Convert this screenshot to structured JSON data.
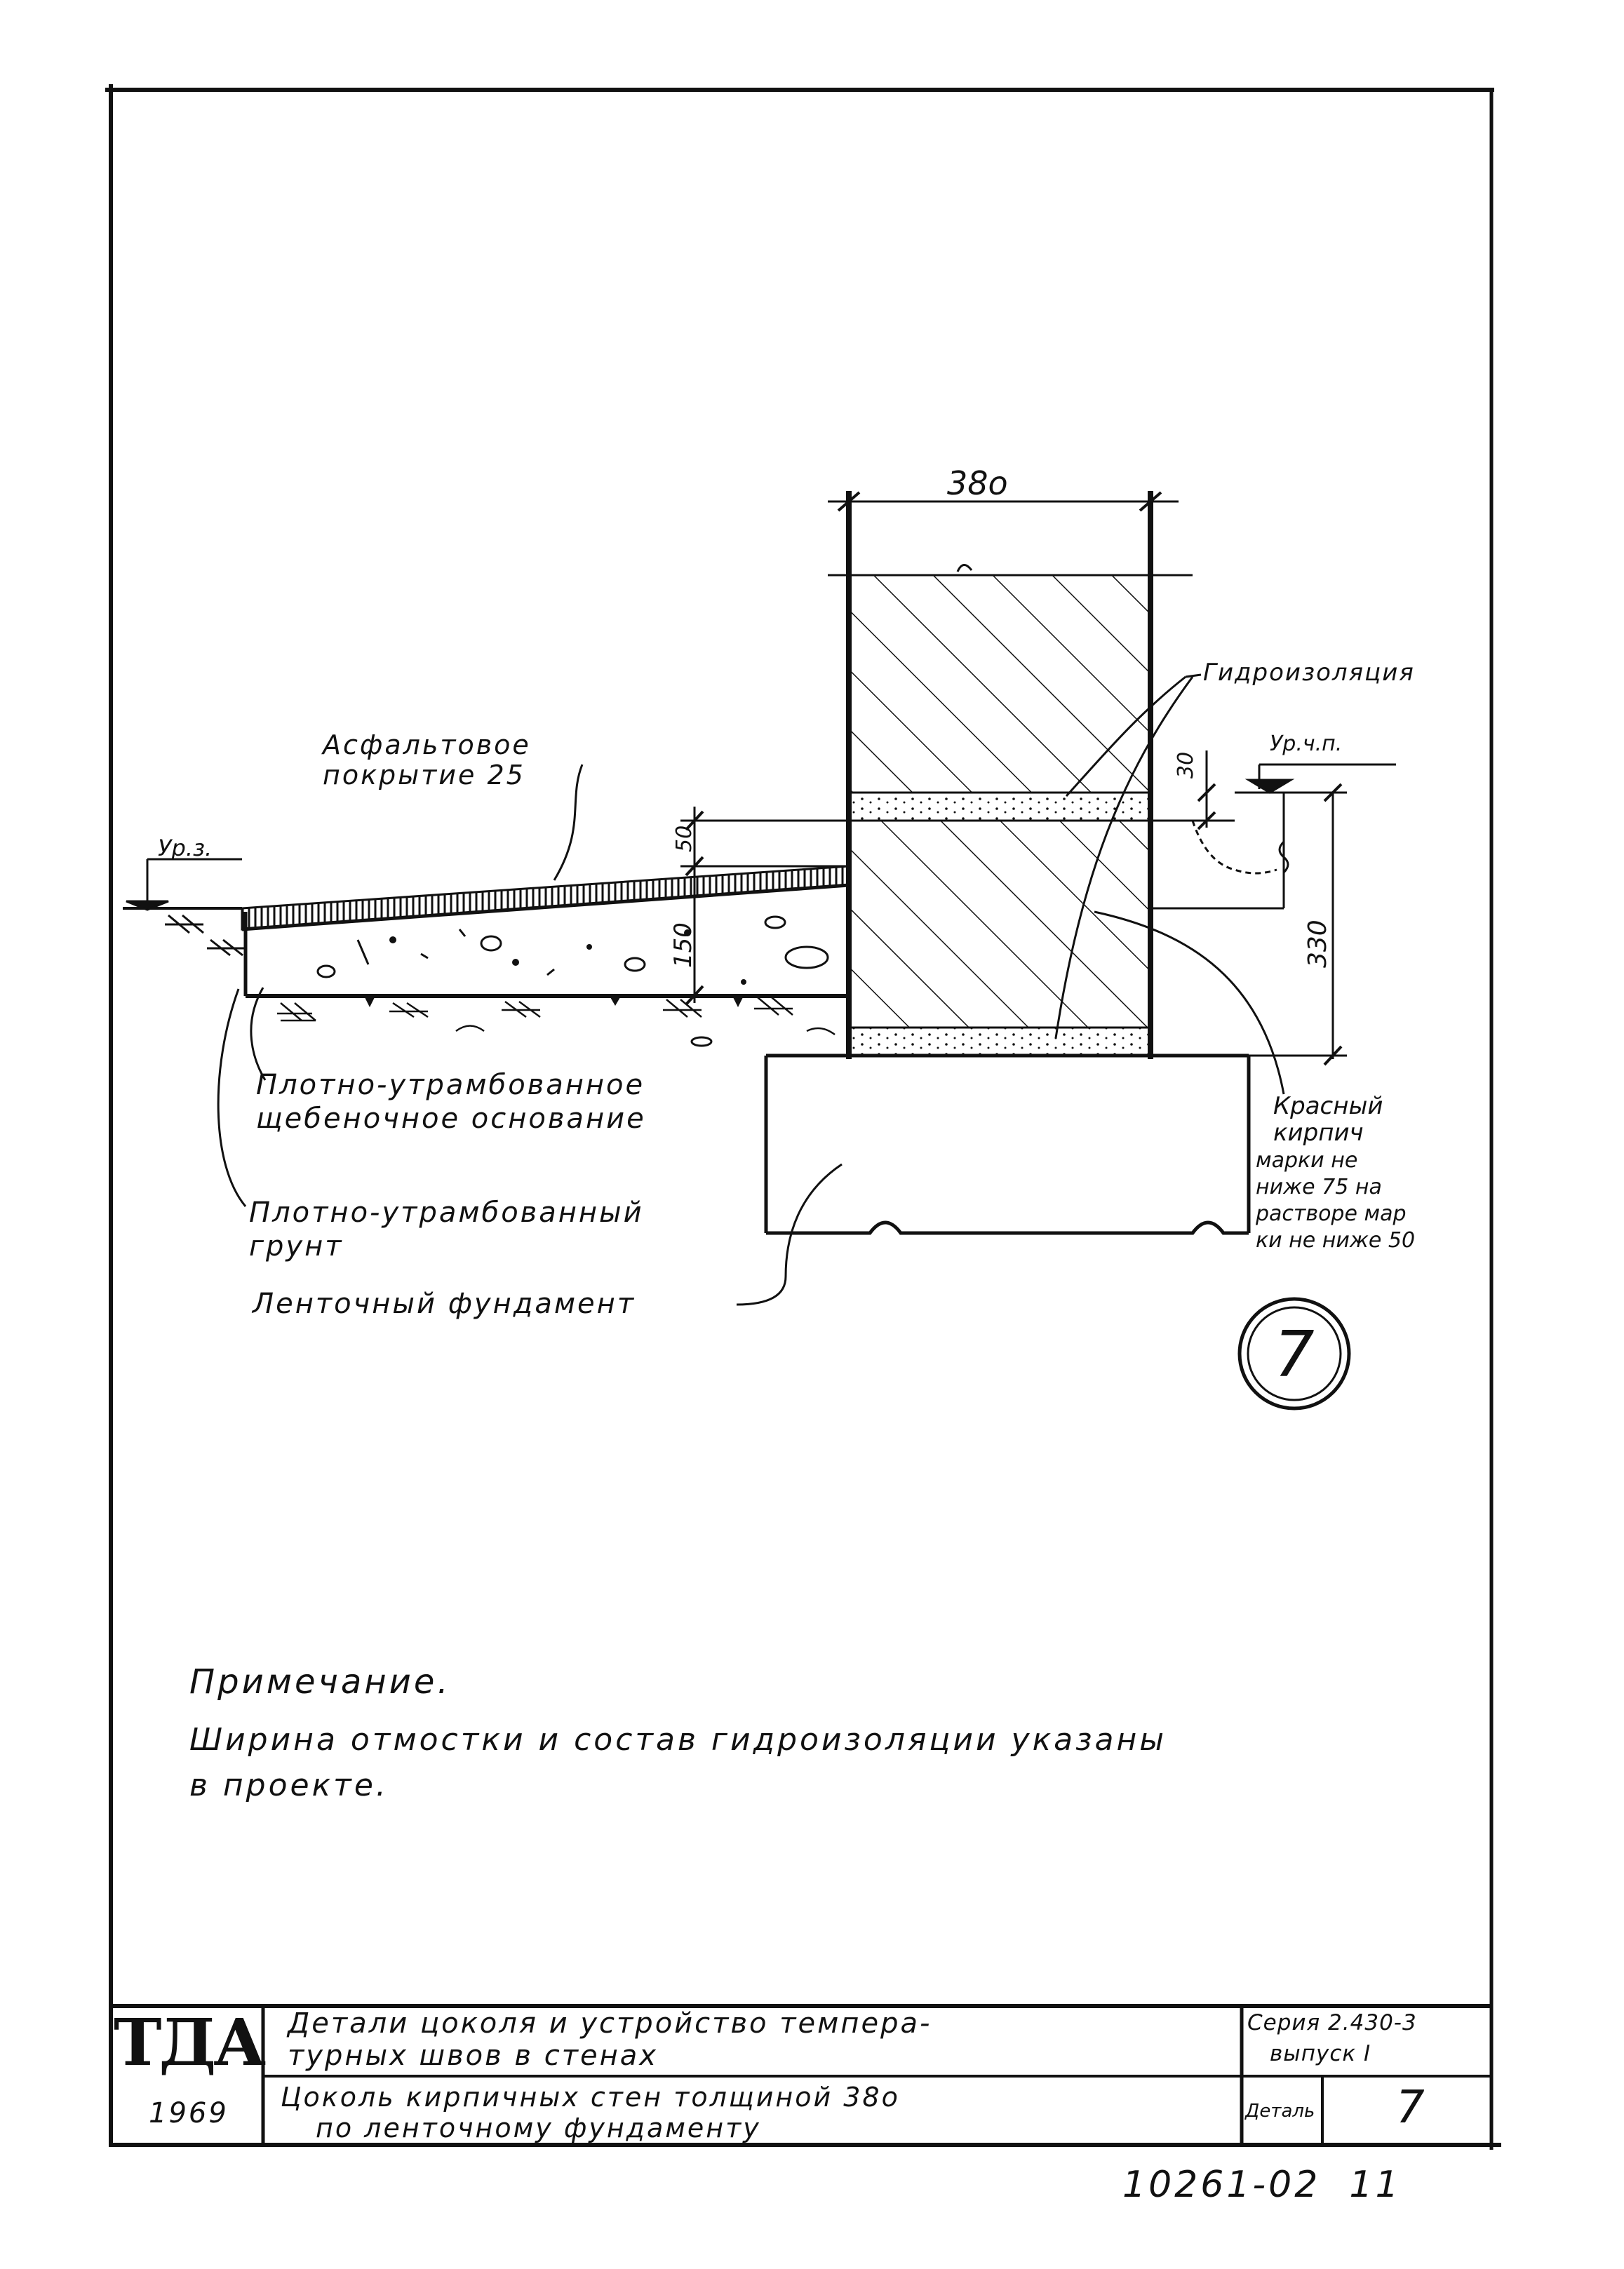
{
  "drawing": {
    "dim_wall_width": "38о",
    "dim_30": "30",
    "dim_50": "50",
    "dim_150": "150",
    "dim_330": "330",
    "label_waterproofing": "Гидроизоляция",
    "label_floor_level": "Ур.ч.п.",
    "label_ground_level": "Ур.з.",
    "label_asphalt_1": "Асфальтовое",
    "label_asphalt_2": "покрытие 25",
    "label_gravel_1": "Плотно-утрамбованное",
    "label_gravel_2": "щебеночное основание",
    "label_soil_1": "Плотно-утрамбованный",
    "label_soil_2": "грунт",
    "label_foundation": "Ленточный фундамент",
    "label_brick_1": "Красный",
    "label_brick_2": "кирпич",
    "label_brick_3": "марки не",
    "label_brick_4": "ниже 75 на",
    "label_brick_5": "растворе мар",
    "label_brick_6": "ки не ниже 50",
    "detail_number": "7"
  },
  "note": {
    "title": "Примечание.",
    "line1": "Ширина отмостки и состав гидроизоляции указаны",
    "line2": "в проекте."
  },
  "title_block": {
    "logo": "ТДА",
    "year": "1969",
    "title_line1": "Детали цоколя и устройство темпера-",
    "title_line2": "турных швов в стенах",
    "subtitle_line1": "Цоколь кирпичных стен толщиной 38о",
    "subtitle_line2": "по ленточному фундаменту",
    "series_line1": "Серия 2.430-3",
    "series_line2": "выпуск I",
    "detail_label": "Деталь",
    "detail_value": "7"
  },
  "doc_number": "10261-02  11"
}
